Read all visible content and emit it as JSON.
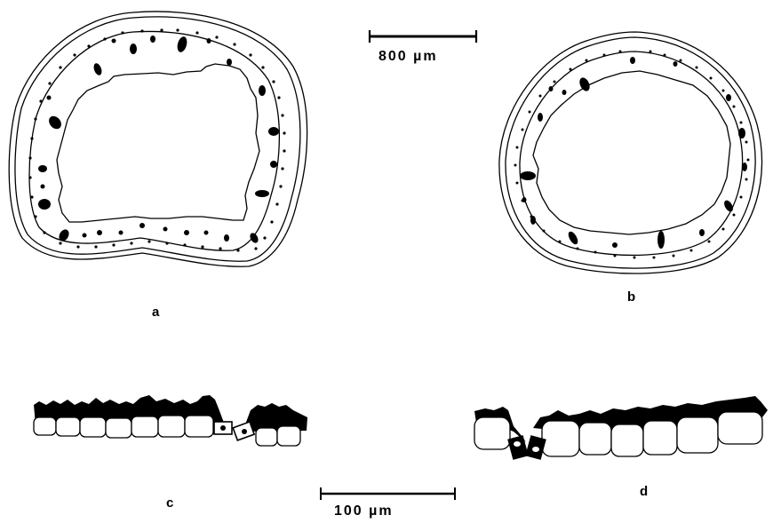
{
  "panels": {
    "a": {
      "label": "a"
    },
    "b": {
      "label": "b"
    },
    "c": {
      "label": "c"
    },
    "d": {
      "label": "d"
    }
  },
  "scale_bars": {
    "large": {
      "label": "800 µm"
    },
    "small": {
      "label": "100 µm"
    }
  },
  "colors": {
    "ink": "#000000",
    "paper": "#ffffff"
  }
}
